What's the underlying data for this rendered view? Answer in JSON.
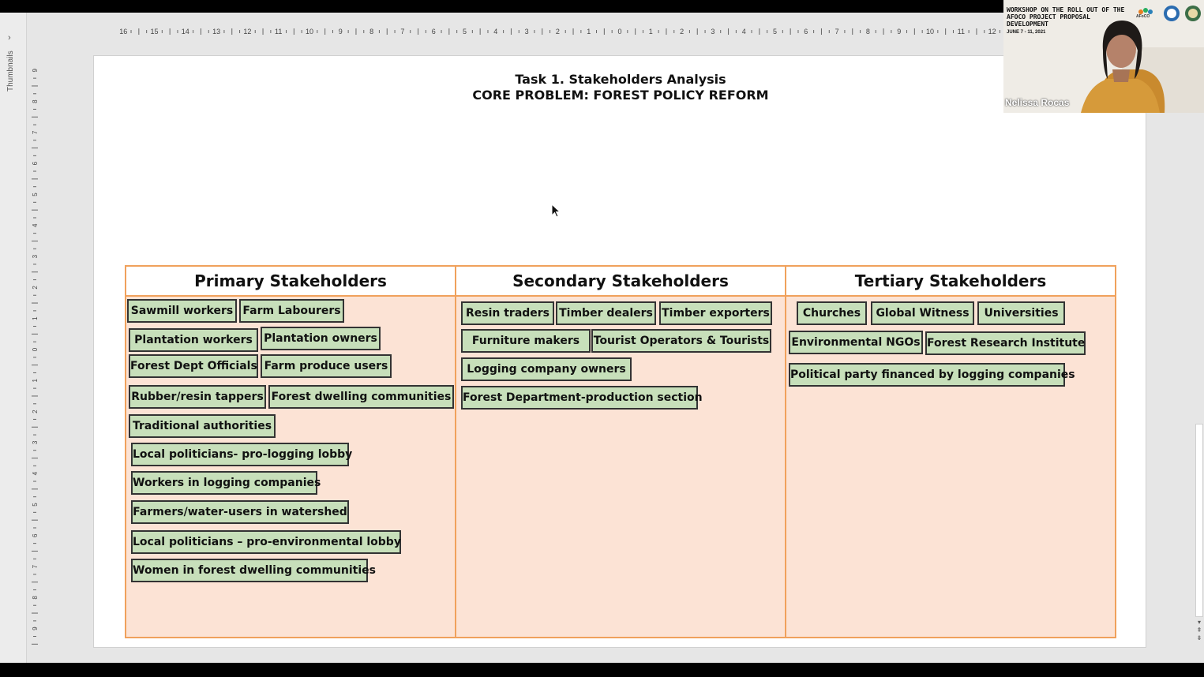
{
  "thumbnails_pane": {
    "label": "Thumbnails",
    "chevron": "›"
  },
  "slide": {
    "title_line1": "Task 1. Stakeholders Analysis",
    "title_line2": "CORE PROBLEM: FOREST POLICY REFORM"
  },
  "table": {
    "columns": [
      {
        "header": "Primary Stakeholders",
        "items": [
          "Sawmill workers",
          "Farm Labourers",
          "Plantation workers",
          "Plantation owners",
          "Forest Dept Officials",
          "Farm produce users",
          "Rubber/resin tappers",
          "Forest dwelling communities",
          "Traditional authorities",
          "Local politicians- pro-logging lobby",
          "Workers in logging companies",
          "Farmers/water-users in watershed",
          "Local politicians – pro-environmental lobby",
          "Women in forest dwelling communities"
        ]
      },
      {
        "header": "Secondary Stakeholders",
        "items": [
          "Resin traders",
          "Timber dealers",
          "Timber exporters",
          "Furniture makers",
          "Tourist Operators & Tourists",
          "Logging company owners",
          "Forest Department-production section"
        ]
      },
      {
        "header": "Tertiary Stakeholders",
        "items": [
          "Churches",
          "Global Witness",
          "Universities",
          "Environmental NGOs",
          "Forest Research Institute",
          "Political party financed by logging companies"
        ]
      }
    ]
  },
  "video_overlay": {
    "title": "WORKSHOP ON THE ROLL OUT OF THE AFOCO PROJECT PROPOSAL DEVELOPMENT",
    "date": "JUNE 7 - 11, 2021",
    "participant_name": "Nelissa Rocas",
    "logo_text": "AFoCO"
  },
  "colors": {
    "chip_fill": "#c7dfba",
    "table_fill": "#fce3d5",
    "table_border": "#f0a15c"
  },
  "icons": {
    "cursor": "mouse-pointer-icon",
    "scroll_arrows": "scroll-down-icon"
  }
}
